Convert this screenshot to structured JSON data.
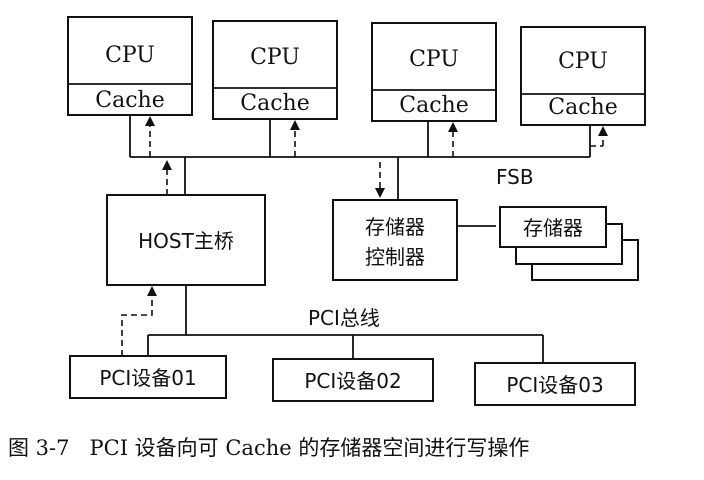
{
  "cpus": [
    {
      "cpu_label": "CPU",
      "cache_label": "Cache"
    },
    {
      "cpu_label": "CPU",
      "cache_label": "Cache"
    },
    {
      "cpu_label": "CPU",
      "cache_label": "Cache"
    },
    {
      "cpu_label": "CPU",
      "cache_label": "Cache"
    }
  ],
  "fsb_label": "FSB",
  "host_bridge_label": "HOST主桥",
  "mem_controller_label": [
    "存储器",
    "控制器"
  ],
  "memory_label": "存储器",
  "pci_bus_label": "PCI总线",
  "pci_devices": [
    "PCI设备01",
    "PCI设备02",
    "PCI设备03"
  ],
  "caption": "图 3-7   PCI 设备向可 Cache 的存储器空间进行写操作"
}
